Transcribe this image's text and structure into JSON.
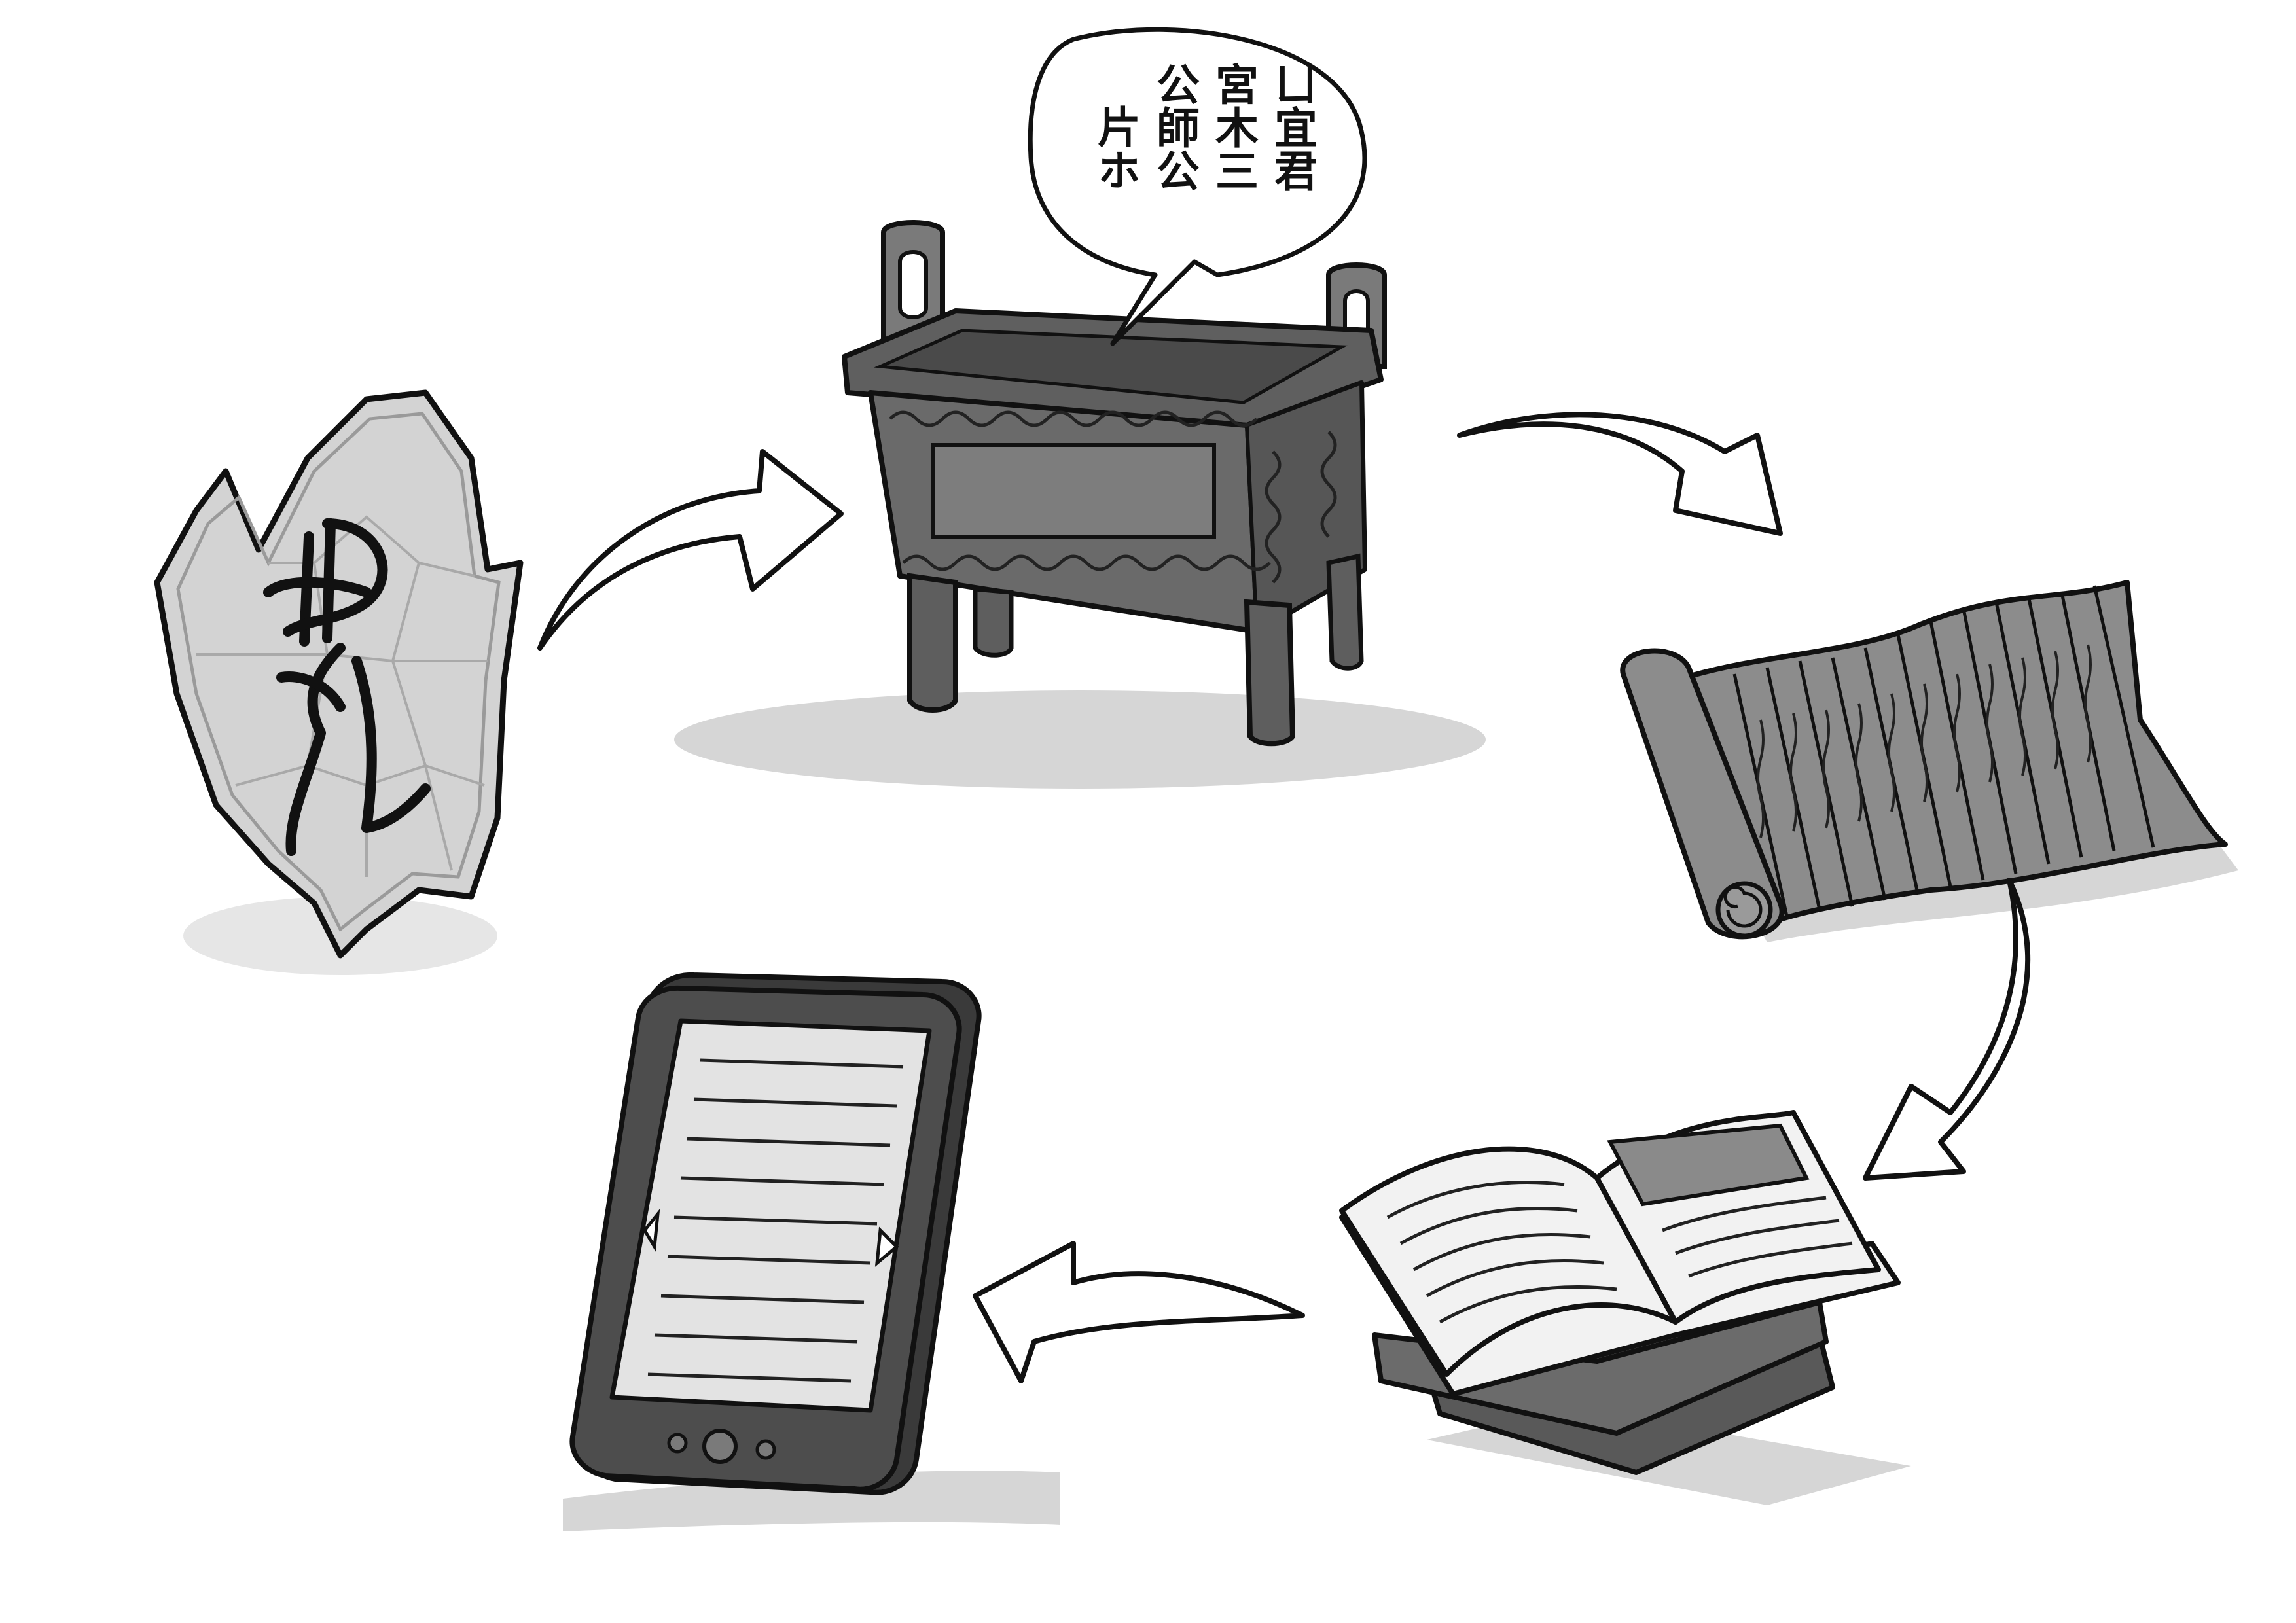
{
  "colors": {
    "background": "#ffffff",
    "ink": "#111111",
    "stone": "#d3d3d3",
    "bronze": "#6a6a6a",
    "bronze_dark": "#3a3a3a",
    "bamboo": "#8c8c8c",
    "paper": "#f2f2f2",
    "book_cover": "#595959",
    "device": "#4d4d4d",
    "screen": "#e3e3e3",
    "shadow": "#cfcfcf"
  },
  "oracle_bone": {
    "glyph": "𡵄"
  },
  "bronze_vessel": {
    "speech_bubble_columns": [
      "ㄩ宜君",
      "宮木三",
      "公師公",
      "片ホ"
    ]
  },
  "icons": [
    "oracle-bone-icon",
    "bronze-ding-icon",
    "bamboo-scroll-icon",
    "open-book-icon",
    "ereader-icon",
    "curved-arrow-icon"
  ]
}
